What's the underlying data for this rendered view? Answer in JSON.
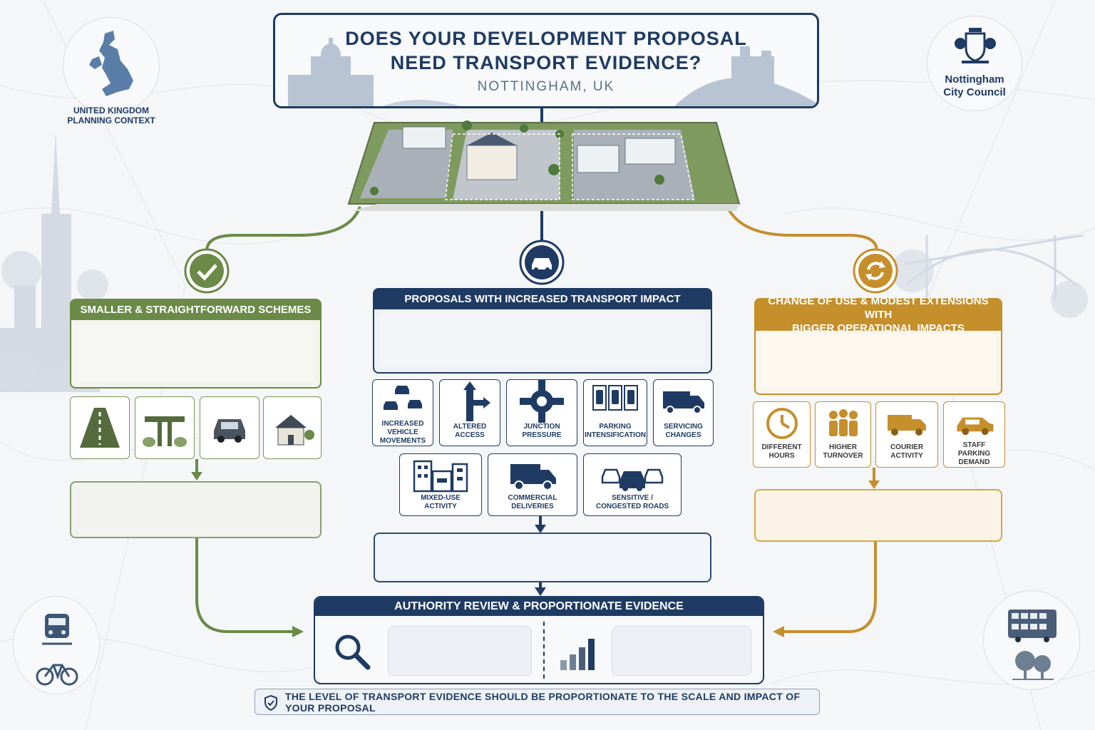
{
  "header": {
    "title_line1": "DOES YOUR DEVELOPMENT PROPOSAL",
    "title_line2": "NEED TRANSPORT EVIDENCE?",
    "subtitle": "NOTTINGHAM, UK"
  },
  "uk_badge": {
    "icon": "uk-map-icon",
    "caption_line1": "UNITED KINGDOM",
    "caption_line2": "PLANNING CONTEXT"
  },
  "council_badge": {
    "icon": "council-crest-icon",
    "name_line1": "Nottingham",
    "name_line2": "City Council"
  },
  "left": {
    "title": "SMALLER & STRAIGHTFORWARD SCHEMES",
    "icons": [
      "road-icon",
      "bridge-icon",
      "car-icon",
      "house-icon"
    ],
    "accent": "#6b8a47"
  },
  "center": {
    "title": "PROPOSALS WITH INCREASED TRANSPORT IMPACT",
    "impacts": [
      {
        "label": "INCREASED VEHICLE MOVEMENTS",
        "icon": "cars-icon"
      },
      {
        "label": "ALTERED ACCESS",
        "icon": "turn-arrow-icon"
      },
      {
        "label": "JUNCTION PRESSURE",
        "icon": "roundabout-icon"
      },
      {
        "label": "PARKING INTENSIFICATION",
        "icon": "parking-icon"
      },
      {
        "label": "SERVICING CHANGES",
        "icon": "truck-icon"
      },
      {
        "label": "MIXED-USE ACTIVITY",
        "icon": "buildings-icon"
      },
      {
        "label": "COMMERCIAL DELIVERIES",
        "icon": "delivery-truck-icon"
      },
      {
        "label": "SENSITIVE / CONGESTED ROADS",
        "icon": "traffic-icon"
      }
    ],
    "accent": "#1f3b63"
  },
  "right": {
    "title_line1": "CHANGE OF USE & MODEST EXTENSIONS WITH",
    "title_line2": "BIGGER OPERATIONAL IMPACTS",
    "impacts": [
      {
        "label": "DIFFERENT HOURS",
        "icon": "clock-icon"
      },
      {
        "label": "HIGHER TURNOVER",
        "icon": "people-icon"
      },
      {
        "label": "COURIER ACTIVITY",
        "icon": "van-icon"
      },
      {
        "label": "STAFF PARKING DEMAND",
        "icon": "car-icon"
      }
    ],
    "accent": "#c58f2c"
  },
  "authority": {
    "title": "AUTHORITY REVIEW & PROPORTIONATE EVIDENCE",
    "icons": [
      "magnifier-icon",
      "bar-chart-icon"
    ]
  },
  "footer": {
    "text": "THE LEVEL OF TRANSPORT EVIDENCE SHOULD BE PROPORTIONATE TO THE SCALE AND IMPACT OF YOUR PROPOSAL",
    "icon": "shield-check-icon"
  },
  "colors": {
    "navy": "#1f3b63",
    "green": "#6b8a47",
    "gold": "#c58f2c"
  }
}
